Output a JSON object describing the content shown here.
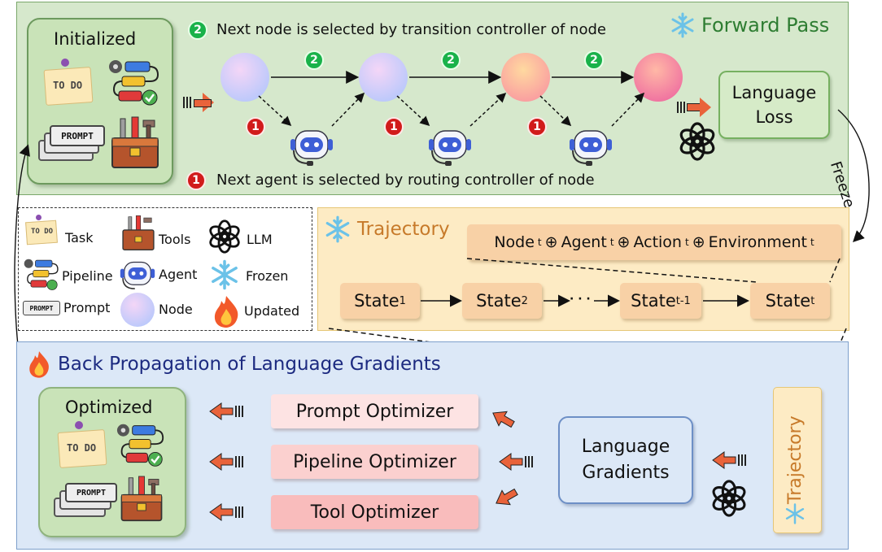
{
  "forward": {
    "title": "Forward Pass",
    "initialized": "Initialized",
    "transition_note": "Next node is selected by transition controller of node",
    "routing_note": "Next agent is selected by routing controller of node",
    "badge_green": "2",
    "badge_red": "1",
    "language_loss": "Language Loss",
    "freeze": "Freeze"
  },
  "legend": {
    "items": [
      {
        "label": "Task"
      },
      {
        "label": "Tools"
      },
      {
        "label": "LLM"
      },
      {
        "label": "Pipeline"
      },
      {
        "label": "Agent"
      },
      {
        "label": "Frozen"
      },
      {
        "label": "Prompt"
      },
      {
        "label": "Node"
      },
      {
        "label": "Updated"
      }
    ]
  },
  "icons": {
    "todo": "TO DO",
    "prompt": "PROMPT"
  },
  "trajectory": {
    "title": "Trajectory",
    "formula": {
      "node": "Node",
      "agent": "Agent",
      "action": "Action",
      "env": "Environment",
      "sub": "t",
      "op": "⊕"
    },
    "states": [
      {
        "name": "State",
        "sub": "1"
      },
      {
        "name": "State",
        "sub": "2"
      },
      {
        "name": "State",
        "sub": "t-1"
      },
      {
        "name": "State",
        "sub": "t"
      }
    ],
    "ellipsis": "· · ·"
  },
  "backprop": {
    "title": "Back Propagation of Language Gradients",
    "optimized": "Optimized",
    "optimizers": [
      {
        "label": "Prompt Optimizer",
        "color": "#fde3e3"
      },
      {
        "label": "Pipeline Optimizer",
        "color": "#fbd0cf"
      },
      {
        "label": "Tool Optimizer",
        "color": "#f9bcbc"
      }
    ],
    "gradients": "Language Gradients",
    "trajectory_vertical": "Trajectory"
  },
  "colors": {
    "forward_bg": "#d6e8cc",
    "trajectory_bg": "#fdebc4",
    "backprop_bg": "#dce8f7",
    "title_green": "#2e7d32",
    "title_orange": "#c77a2a",
    "title_navy": "#1c2a80"
  }
}
